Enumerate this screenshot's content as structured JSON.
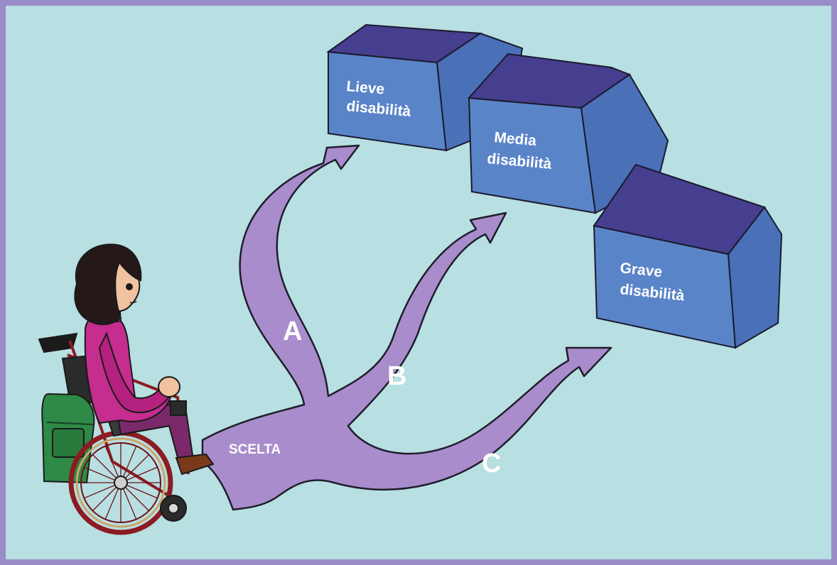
{
  "choice": {
    "label": "SCELTA"
  },
  "branches": [
    {
      "letter": "A",
      "house": [
        "Lieve",
        "disabilità"
      ]
    },
    {
      "letter": "B",
      "house": [
        "Media",
        "disabilità"
      ]
    },
    {
      "letter": "C",
      "house": [
        "Grave",
        "disabilità"
      ]
    }
  ],
  "colors": {
    "frame": "#9a8cc8",
    "background": "#b8dfe1",
    "arrow": "#a98ccc",
    "house_front": "#5a84c8",
    "house_side": "#4a70b8",
    "house_roof": "#463e8e",
    "shirt": "#c52d8e",
    "hair": "#241818",
    "bag": "#2e8a46",
    "wheel": "#8c1b22"
  },
  "icons": [
    "wheelchair-user-icon",
    "house-icon",
    "arrow-icon"
  ]
}
